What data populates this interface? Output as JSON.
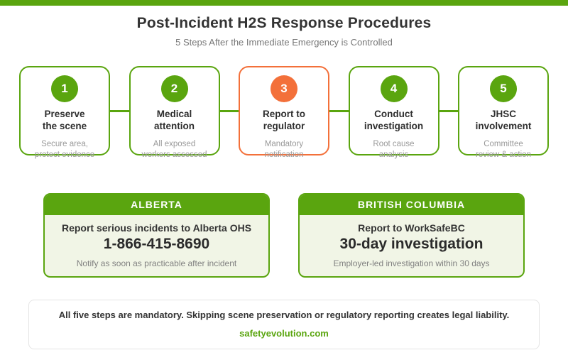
{
  "page": {
    "title": "Post-Incident H2S Response Procedures",
    "subtitle": "5 Steps After the Immediate Emergency is Controlled"
  },
  "colors": {
    "green": "#5aa50f",
    "orange": "#f3703a",
    "card_body_bg": "#f1f5e6",
    "title_text": "#333333",
    "muted_text": "#999999"
  },
  "steps": [
    {
      "number": "1",
      "title": "Preserve\nthe scene",
      "subtitle": "Secure area,\nprotect evidence",
      "accent": "green"
    },
    {
      "number": "2",
      "title": "Medical\nattention",
      "subtitle": "All exposed\nworkers assessed",
      "accent": "green"
    },
    {
      "number": "3",
      "title": "Report to\nregulator",
      "subtitle": "Mandatory\nnotification",
      "accent": "orange"
    },
    {
      "number": "4",
      "title": "Conduct\ninvestigation",
      "subtitle": "Root cause\nanalysis",
      "accent": "green"
    },
    {
      "number": "5",
      "title": "JHSC\ninvolvement",
      "subtitle": "Committee\nreview & action",
      "accent": "green"
    }
  ],
  "region_cards": [
    {
      "header": "ALBERTA",
      "line1": "Report serious incidents to Alberta OHS",
      "highlight": "1-866-415-8690",
      "note": "Notify as soon as practicable after incident"
    },
    {
      "header": "BRITISH COLUMBIA",
      "line1": "Report to WorkSafeBC",
      "highlight": "30-day investigation",
      "note": "Employer-led investigation within 30 days"
    }
  ],
  "footer": {
    "warning": "All five steps are mandatory. Skipping scene preservation or regulatory reporting creates legal liability.",
    "website": "safetyevolution.com"
  }
}
